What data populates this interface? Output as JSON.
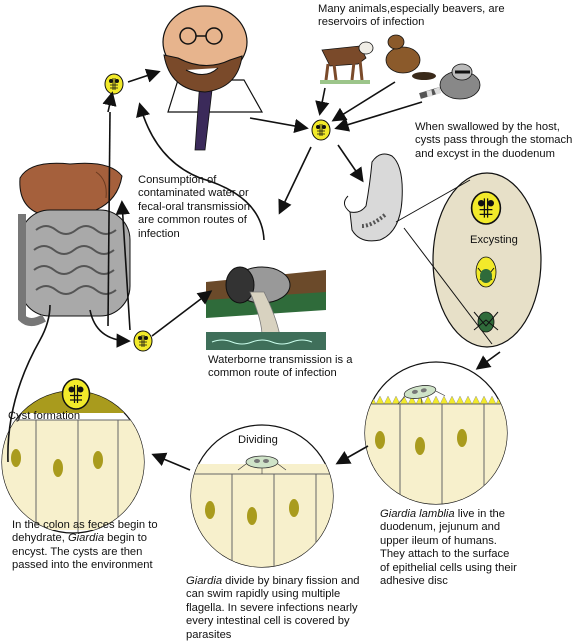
{
  "texts": {
    "reservoirs": "Many animals,especially beavers, are reservoirs of infection",
    "swallowed": "When swallowed by the host, cysts pass through the stomach and excyst in the duodenum",
    "consumption": "Consumption of contaminated water or fecal-oral transmission are common routes of infection",
    "excysting": "Excysting",
    "waterborne": "Waterborne transmission is a common route of infection",
    "cyst_formation": "Cyst formation",
    "dividing": "Dividing",
    "colon_pre": "In the colon as feces begin to dehydrate, ",
    "colon_italic": "Giardia",
    "colon_post": " begin to encyst. The cysts are then passed into the environment",
    "divide_italic": "Giardia",
    "divide_post": " divide by binary fission and can swim rapidly using multiple flagella. In severe infections nearly every intestinal  cell is covered by parasites",
    "lamblia_italic": "Giardia lamblia",
    "lamblia_post": " live in the duodenum, jejunum and upper ileum of humans. They attach to the surface of epithelial cells using their adhesive disc"
  },
  "colors": {
    "cyst": "#f2ea2a",
    "tissue": "#f7f0cc",
    "excyst_bg": "#e7e0c8",
    "intestine": "#a9a9a9",
    "liver": "#a5603c",
    "mucus": "#a99b1d"
  },
  "icons": [
    "scientist-illustration",
    "calf-illustration",
    "beaver-illustration",
    "raccoon-illustration",
    "stomach-illustration",
    "intestine-illustration",
    "sewage-pipe-illustration"
  ]
}
